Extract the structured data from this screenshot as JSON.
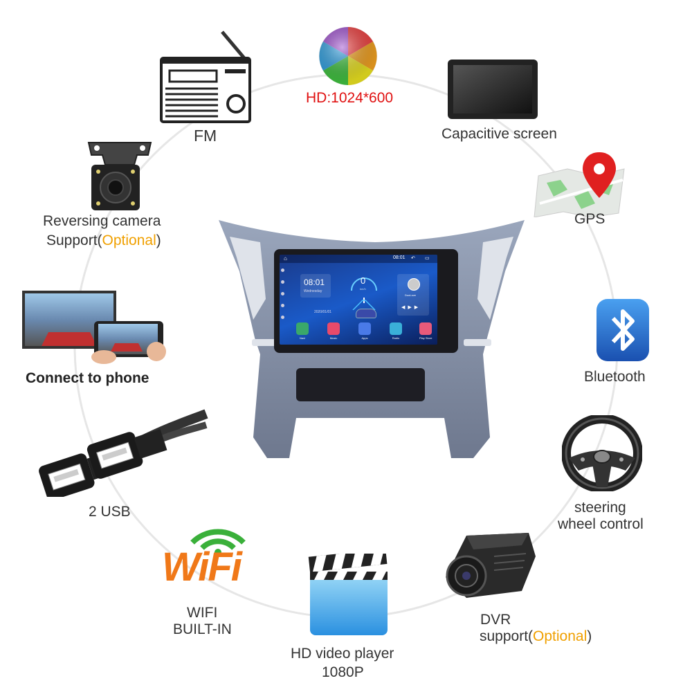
{
  "features": {
    "fm": {
      "label": "FM"
    },
    "hd": {
      "label": "HD:1024*600"
    },
    "capacitive": {
      "label": "Capacitive screen"
    },
    "gps": {
      "label": "GPS"
    },
    "reversing": {
      "line1": "Reversing camera",
      "line2_prefix": "Support(",
      "optional": "Optional",
      "line2_suffix": ")"
    },
    "phone": {
      "label": "Connect to phone"
    },
    "bluetooth": {
      "label": "Bluetooth"
    },
    "usb": {
      "label": "2 USB"
    },
    "steering": {
      "line1": "steering",
      "line2": "wheel control"
    },
    "wifi": {
      "logo": "WiFi",
      "line1": "WIFI",
      "line2": "BUILT-IN"
    },
    "video": {
      "line1": "HD video player",
      "line2": "1080P"
    },
    "dvr": {
      "line1": "DVR",
      "line2_prefix": "support(",
      "optional": "Optional",
      "line2_suffix": ")"
    }
  },
  "screen": {
    "status_time": "08:01",
    "clock_time": "08:01",
    "clock_day": "Wednesday",
    "date": "2020/01/01",
    "speed": "0",
    "speed_unit": "km/h",
    "music_label": "DooLove",
    "apps": [
      {
        "label": "Navi",
        "color": "#3aa86a"
      },
      {
        "label": "Music",
        "color": "#e84a6a"
      },
      {
        "label": "Apps",
        "color": "#4a7ae8"
      },
      {
        "label": "Radio",
        "color": "#3ab0d8"
      },
      {
        "label": "Play Store",
        "color": "#e85a7a"
      }
    ]
  },
  "colors": {
    "accent_red": "#e01010",
    "optional_orange": "#f0a000",
    "ring": "#e6e6e6",
    "bezel": "#7f8aa0"
  }
}
